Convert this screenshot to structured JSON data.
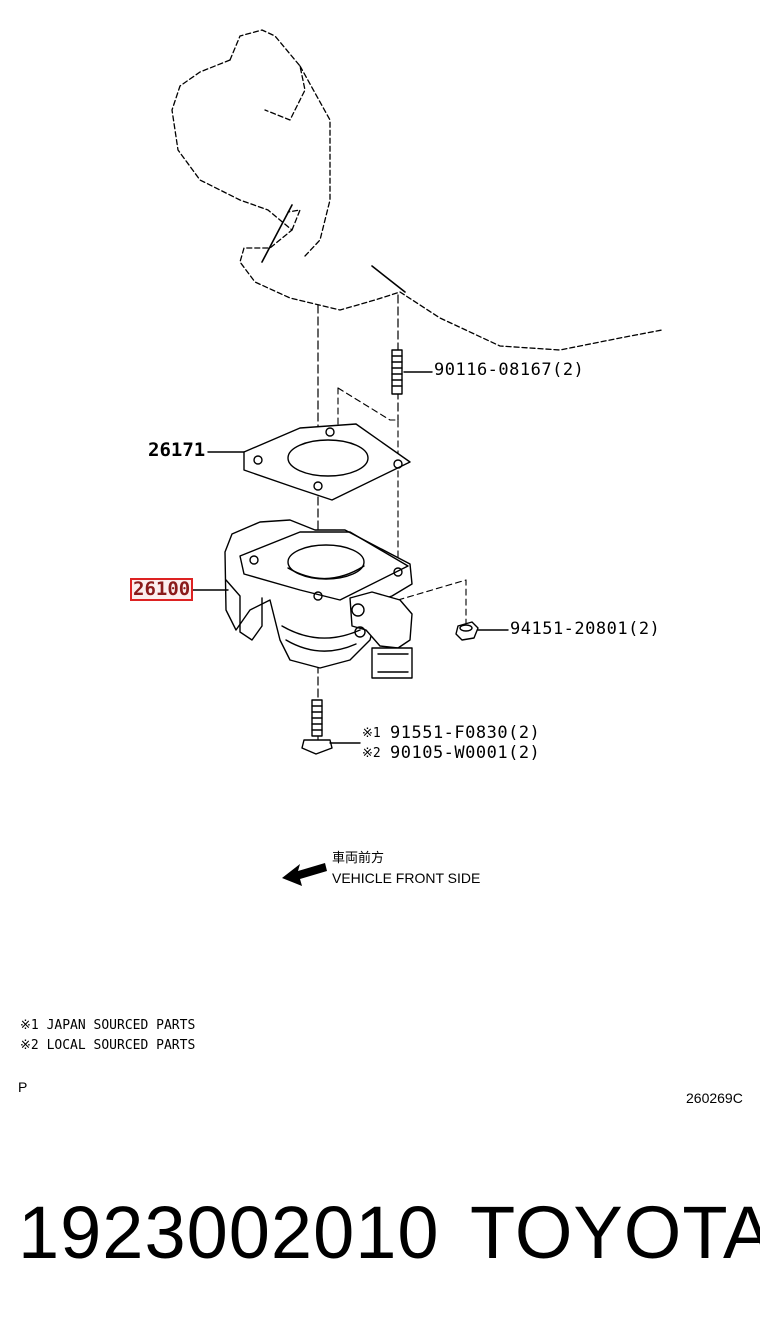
{
  "diagram": {
    "callouts": {
      "stud": "90116-08167(2)",
      "gasket": "26171",
      "throttle_body": "26100",
      "nut": "94151-20801(2)",
      "bolt_japan": "91551-F0830(2)",
      "bolt_local": "90105-W0001(2)",
      "mark1": "※1",
      "mark2": "※2"
    },
    "direction": {
      "japanese": "車両前方",
      "english": "VEHICLE FRONT SIDE"
    },
    "notes": [
      {
        "mark": "※1",
        "text": "JAPAN SOURCED PARTS"
      },
      {
        "mark": "※2",
        "text": "LOCAL SOURCED PARTS"
      }
    ],
    "footer_left": "P",
    "figure_code": "260269C",
    "highlight_color": "#d22222"
  },
  "caption": {
    "part_number": "1923002010",
    "brand": "TOYOTA"
  }
}
